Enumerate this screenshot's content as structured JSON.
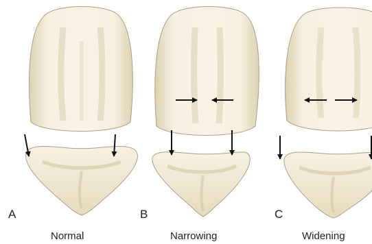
{
  "panels": [
    {
      "letter": "A",
      "caption": "Normal"
    },
    {
      "letter": "B",
      "caption": "Narrowing"
    },
    {
      "letter": "C",
      "caption": "Widening"
    }
  ],
  "colors": {
    "tooth_fill": "#f3ecd9",
    "tooth_shadow": "#d8cca8",
    "tooth_outline": "#a99f86",
    "arrow": "#111111",
    "text": "#222222"
  },
  "icons": {
    "arrow_down": "arrow-down-icon",
    "arrow_right": "arrow-right-icon",
    "arrow_left": "arrow-left-icon"
  }
}
